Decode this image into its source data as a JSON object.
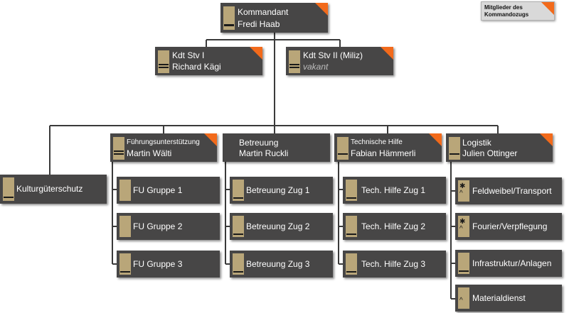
{
  "legend": {
    "label": "Mitglieder des Kommandozugs"
  },
  "commander": {
    "title": "Kommandant",
    "name": "Fredi Haab"
  },
  "deputies": [
    {
      "title": "Kdt Stv I",
      "name": "Richard Kägi"
    },
    {
      "title": "Kdt Stv II (Miliz)",
      "name": "vakant"
    }
  ],
  "departments": {
    "kultur": {
      "title": "Kulturgüterschutz"
    },
    "fu": {
      "title": "Führungsunterstützung",
      "name": "Martin Wälti",
      "groups": [
        "FU Gruppe 1",
        "FU Gruppe 2",
        "FU Gruppe 3"
      ]
    },
    "betreuung": {
      "title": "Betreuung",
      "name": "Martin Ruckli",
      "groups": [
        "Betreuung Zug 1",
        "Betreuung Zug 2",
        "Betreuung Zug 3"
      ]
    },
    "technik": {
      "title": "Technische Hilfe",
      "name": "Fabian Hämmerli",
      "groups": [
        "Tech. Hilfe Zug 1",
        "Tech. Hilfe Zug 2",
        "Tech. Hilfe Zug 3"
      ]
    },
    "logistik": {
      "title": "Logistik",
      "name": "Julien Ottinger",
      "groups": [
        "Feldweibel/Transport",
        "Fourier/Verpflegung",
        "Infrastruktur/Anlagen",
        "Materialdienst"
      ]
    }
  },
  "colors": {
    "box": "#474646",
    "accent": "#f26a1b",
    "rank": "#b9a679",
    "line": "#3a3a3a"
  }
}
